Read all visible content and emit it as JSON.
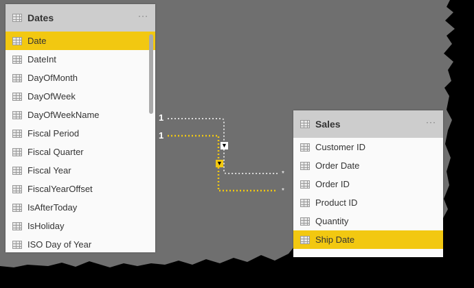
{
  "dates_table": {
    "title": "Dates",
    "more": "···",
    "fields": [
      "Date",
      "DateInt",
      "DayOfMonth",
      "DayOfWeek",
      "DayOfWeekName",
      "Fiscal Period",
      "Fiscal Quarter",
      "Fiscal Year",
      "FiscalYearOffset",
      "IsAfterToday",
      "IsHoliday",
      "ISO Day of Year"
    ],
    "selected": "Date"
  },
  "sales_table": {
    "title": "Sales",
    "more": "···",
    "fields": [
      "Customer ID",
      "Order Date",
      "Order ID",
      "Product ID",
      "Quantity",
      "Ship Date"
    ],
    "selected": "Ship Date"
  },
  "relationships": [
    {
      "from": "Dates.Date",
      "to": "Sales.Order Date",
      "one": "1",
      "many": "*",
      "active": false,
      "color": "#e0e0e0"
    },
    {
      "from": "Dates.Date",
      "to": "Sales.Ship Date",
      "one": "1",
      "many": "*",
      "active": true,
      "color": "#f2c811"
    }
  ],
  "colors": {
    "highlight": "#f2c811",
    "canvas": "#6f6f6f",
    "header": "#cdcdcd"
  }
}
